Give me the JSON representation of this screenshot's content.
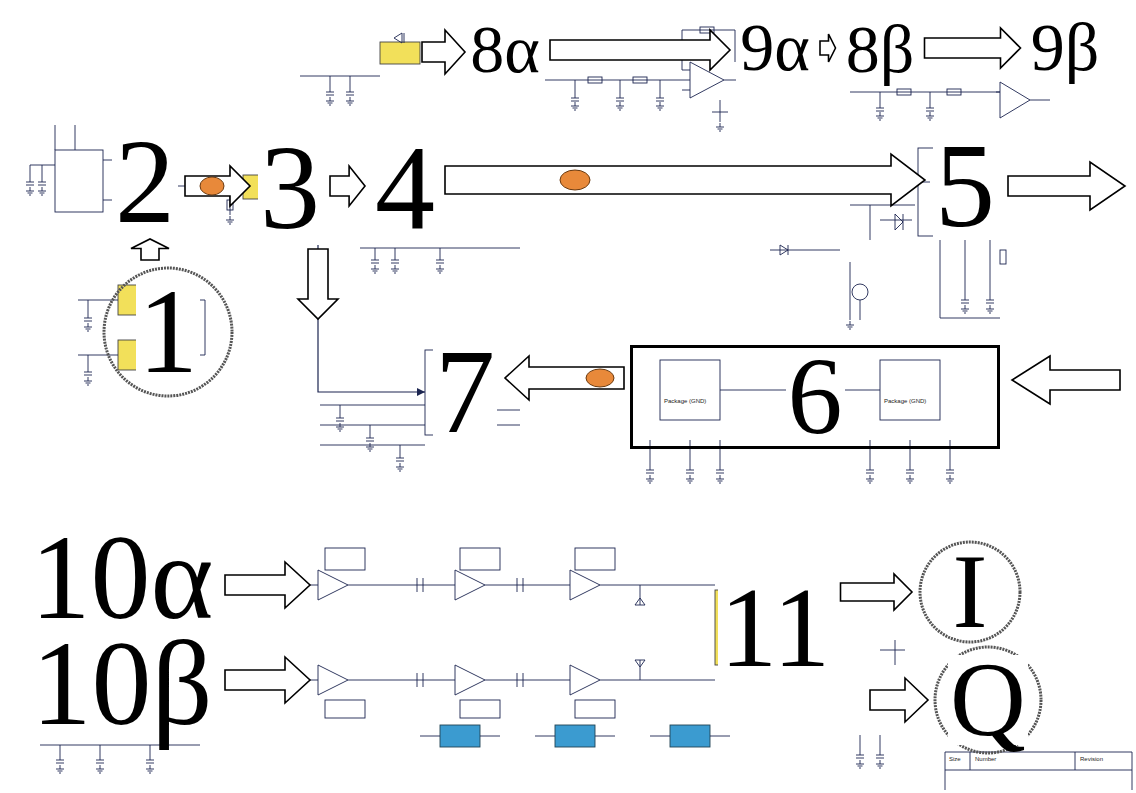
{
  "diagram": {
    "nodes": [
      {
        "text": [
          "8α"
        ]
      },
      {
        "text": [
          "9α"
        ]
      },
      {
        "text": [
          "8β"
        ]
      },
      {
        "text": [
          "9β"
        ]
      },
      {
        "text": [
          "2"
        ]
      },
      {
        "text": [
          "3"
        ]
      },
      {
        "text": [
          "4"
        ]
      },
      {
        "text": [
          "5"
        ]
      },
      {
        "text": [
          "1"
        ]
      },
      {
        "text": [
          "7"
        ]
      },
      {
        "text": [
          "6"
        ]
      },
      {
        "text": [
          "10α"
        ]
      },
      {
        "text": [
          "10β"
        ]
      },
      {
        "text": [
          "11"
        ]
      },
      {
        "text": [
          "I"
        ]
      },
      {
        "text": [
          "Q"
        ]
      }
    ],
    "edges": [
      {
        "from": 8,
        "to": 4,
        "arrow": "to"
      },
      {
        "from": 4,
        "to": 5,
        "arrow": "to"
      },
      {
        "from": 5,
        "to": 6,
        "arrow": "to"
      },
      {
        "from": 6,
        "to": 7,
        "arrow": "to"
      },
      {
        "from": 5,
        "to": 9,
        "arrow": "to"
      },
      {
        "from": 10,
        "to": 9,
        "arrow": "to"
      },
      {
        "from": 0,
        "to": 1,
        "arrow": "to"
      },
      {
        "from": 1,
        "to": 2,
        "arrow": "to"
      },
      {
        "from": 2,
        "to": 3,
        "arrow": "to"
      },
      {
        "from": 13,
        "to": 14,
        "arrow": "to"
      }
    ],
    "labels": [
      "Package (GND)",
      "Package (GND)",
      "Size",
      "Number",
      "Revision"
    ]
  }
}
